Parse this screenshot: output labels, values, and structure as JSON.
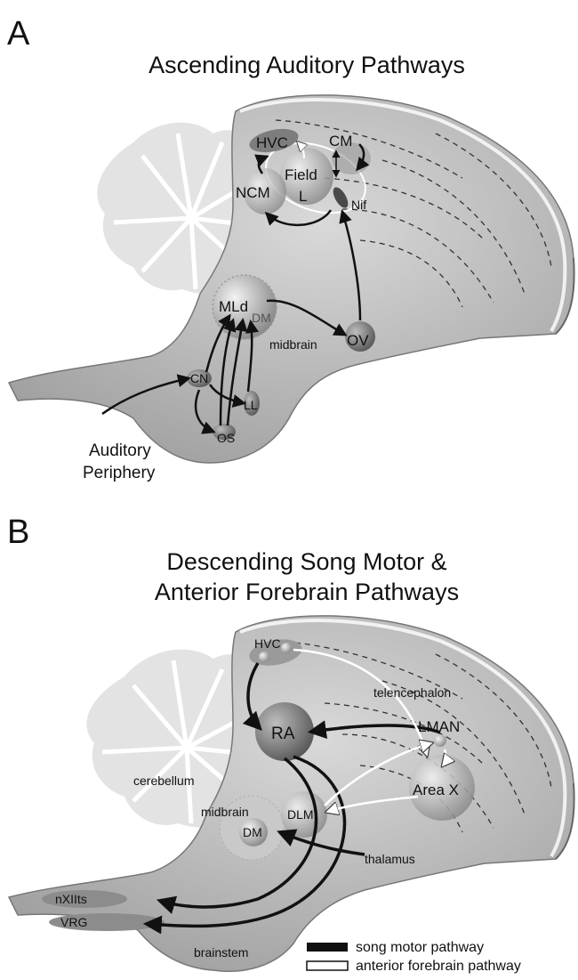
{
  "panels": [
    {
      "letter": "A",
      "title": "Ascending Auditory Pathways",
      "labels": {
        "hvc": "HVC",
        "cm": "CM",
        "field": "Field",
        "field_l": "L",
        "ncm": "NCM",
        "nif": "Nif",
        "mld": "MLd",
        "dm": "DM",
        "midbrain": "midbrain",
        "ov": "OV",
        "cn": "CN",
        "ll": "LL",
        "os": "OS",
        "periphery_1": "Auditory",
        "periphery_2": "Periphery"
      }
    },
    {
      "letter": "B",
      "title_line1": "Descending Song Motor &",
      "title_line2": "Anterior Forebrain Pathways",
      "labels": {
        "hvc": "HVC",
        "telencephalon": "telencephalon",
        "lman": "LMAN",
        "ra": "RA",
        "cerebellum": "cerebellum",
        "area_x": "Area X",
        "midbrain": "midbrain",
        "dlm": "DLM",
        "dm": "DM",
        "thalamus": "thalamus",
        "nxiits": "nXIIts",
        "vrg": "VRG",
        "brainstem": "brainstem"
      }
    }
  ],
  "legend": {
    "song_motor": "song motor pathway",
    "anterior_forebrain": "anterior forebrain pathway"
  },
  "colors": {
    "brain_fill": "#bdbdbd",
    "cerebellum_fill": "#e2e2e2",
    "pathway_dark": "#111111",
    "pathway_light": "#ffffff"
  }
}
